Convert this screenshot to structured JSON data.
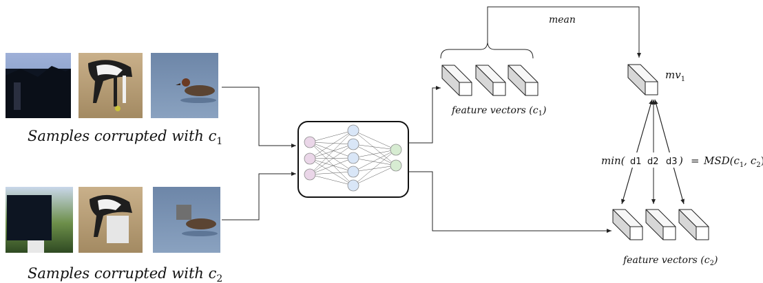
{
  "caption_c1": "Samples corrupted with c",
  "caption_c1_sub": "1",
  "caption_c2": "Samples corrupted with c",
  "caption_c2_sub": "2",
  "mean_label": "mean",
  "feature_vectors_c1": "feature vectors (c",
  "feature_vectors_c1_sub": "1",
  "feature_vectors_c2": "feature vectors (c",
  "feature_vectors_c2_sub": "2",
  "mv_label": "mv",
  "mv_sub": "1",
  "min_label": "min(",
  "d1": "d1",
  "d2": "d2",
  "d3": "d3",
  "close_paren": ")",
  "equals": "=",
  "msd_label": "MSD(c",
  "msd_sub1": "1",
  "msd_mid": ", c",
  "msd_sub2": "2",
  "msd_close": ")",
  "colors": {
    "input_node": "#ead6e8",
    "hidden_node": "#d9e6f7",
    "output_node": "#d7ecd2",
    "dark_block": "#0d1522",
    "occluder_light": "#e6e6e6",
    "occluder_gray": "#6f6f6f"
  }
}
